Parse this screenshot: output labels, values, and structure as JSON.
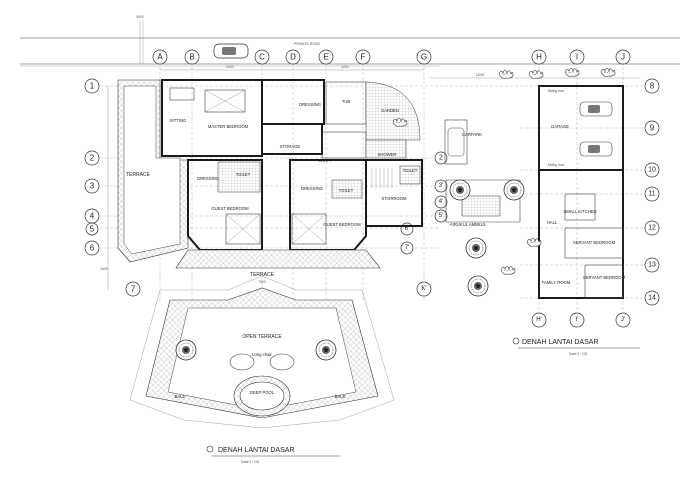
{
  "road_label": "PRIVATE ROAD",
  "grid_letters": [
    "A",
    "B",
    "C",
    "D",
    "E",
    "F",
    "G",
    "H",
    "I",
    "J"
  ],
  "grid_numbers": [
    "1",
    "2",
    "3",
    "4",
    "5",
    "6",
    "7",
    "8",
    "9",
    "10",
    "11",
    "12",
    "13",
    "14"
  ],
  "grid_extra": [
    "2",
    "3'",
    "4'",
    "5'",
    "6'",
    "7'",
    "K'",
    "H'",
    "I'",
    "J'"
  ],
  "rooms": {
    "sitting": "SITTING",
    "master_bedroom": "MASTER BEDROOM",
    "dressing_top": "DRESSING",
    "tub": "TUB",
    "garden": "GARDEN",
    "carpark": "CARPARK",
    "storage": "STORAGE",
    "shaft": "SHAFT",
    "shower": "SHOWER",
    "toilet_left": "TOILET",
    "dressing_left": "DRESSING",
    "terrace_left": "TERRACE",
    "guest_bedroom_left": "GUEST BEDROOM",
    "dressing_mid": "DRESSING",
    "toilet_mid": "TOILET",
    "stairroom": "STAIRROOM",
    "toilet_right": "TOILET",
    "guest_bedroom_right": "GUEST BEDROOM",
    "airukul": "AIRUKUL AMBKUL",
    "garage": "GARAGE",
    "small_kitchen": "SMALL KITCHEN",
    "hall": "HALL",
    "servant_bedroom_1": "SERVANT BEDROOM",
    "family_room": "FAMILY ROOM",
    "servant_bedroom_2": "SERVANT BEDROOM",
    "terrace_mid": "TERRACE",
    "open_terrace": "OPEN TERRACE",
    "long_chair": "Long chair",
    "deep_pool": "DEEP POOL",
    "bale_left": "BALE",
    "bale_right": "BALE",
    "sliding_door_1": "Sliding door",
    "sliding_door_2": "Sliding door"
  },
  "titles": {
    "main": "DENAH LANTAI DASAR",
    "main_scale": "Scale 1 : 100",
    "annex": "DENAH LANTAI DASAR",
    "annex_scale": "Scale 1 : 100"
  },
  "dims": {
    "top_total": "5000",
    "top_a": "5000",
    "top_b": "3200",
    "annex_top": "14000",
    "side_left": "3400",
    "terrace_bottom": "7500"
  },
  "colors": {
    "line": "#1a1a1a",
    "tile": "#888888",
    "tree": "#333333"
  }
}
